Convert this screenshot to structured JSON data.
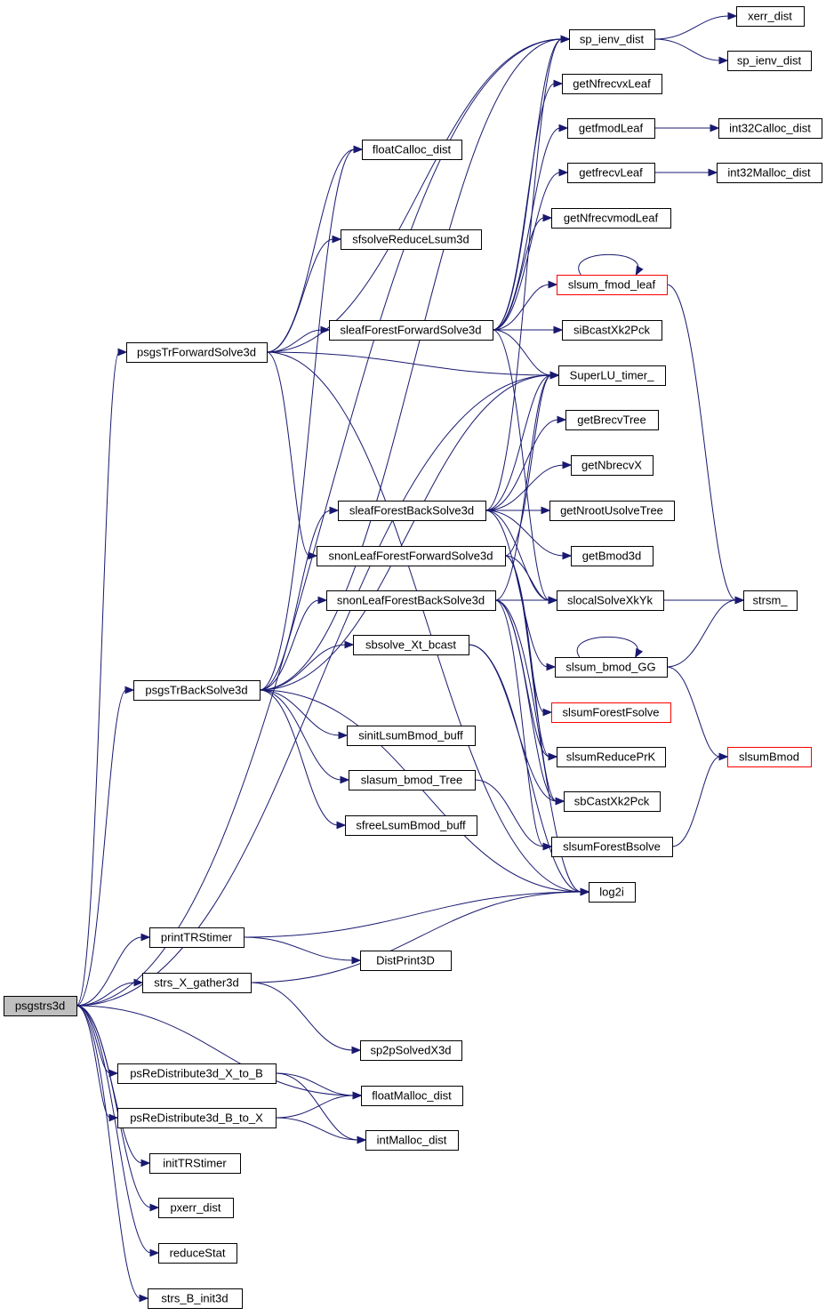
{
  "colors": {
    "edge": "#191970",
    "root_fill": "#bfbfbf",
    "node_fill": "#ffffff",
    "node_stroke": "#000000",
    "truncated_stroke": "#ff0000"
  },
  "nodes": [
    {
      "id": "psgstrs3d",
      "label": "psgstrs3d",
      "root": true
    },
    {
      "id": "xerr_dist",
      "label": "xerr_dist"
    },
    {
      "id": "sp_ienv_dist_a",
      "label": "sp_ienv_dist"
    },
    {
      "id": "sp_ienv_dist_b",
      "label": "sp_ienv_dist"
    },
    {
      "id": "getNfrecvxLeaf",
      "label": "getNfrecvxLeaf"
    },
    {
      "id": "floatCalloc_dist",
      "label": "floatCalloc_dist"
    },
    {
      "id": "getfmodLeaf",
      "label": "getfmodLeaf"
    },
    {
      "id": "int32Calloc_dist",
      "label": "int32Calloc_dist"
    },
    {
      "id": "getfrecvLeaf",
      "label": "getfrecvLeaf"
    },
    {
      "id": "int32Malloc_dist",
      "label": "int32Malloc_dist"
    },
    {
      "id": "getNfrecvmodLeaf",
      "label": "getNfrecvmodLeaf"
    },
    {
      "id": "sfsolveReduceLsum3d",
      "label": "sfsolveReduceLsum3d"
    },
    {
      "id": "slsum_fmod_leaf",
      "label": "slsum_fmod_leaf",
      "truncated": true
    },
    {
      "id": "sleafForestForwardSolve3d",
      "label": "sleafForestForwardSolve3d"
    },
    {
      "id": "siBcastXk2Pck",
      "label": "siBcastXk2Pck"
    },
    {
      "id": "psgsTrForwardSolve3d",
      "label": "psgsTrForwardSolve3d"
    },
    {
      "id": "SuperLU_timer_",
      "label": "SuperLU_timer_"
    },
    {
      "id": "getBrecvTree",
      "label": "getBrecvTree"
    },
    {
      "id": "getNbrecvX",
      "label": "getNbrecvX"
    },
    {
      "id": "sleafForestBackSolve3d",
      "label": "sleafForestBackSolve3d"
    },
    {
      "id": "getNrootUsolveTree",
      "label": "getNrootUsolveTree"
    },
    {
      "id": "snonLeafForestForwardSolve3d",
      "label": "snonLeafForestForwardSolve3d"
    },
    {
      "id": "getBmod3d",
      "label": "getBmod3d"
    },
    {
      "id": "snonLeafForestBackSolve3d",
      "label": "snonLeafForestBackSolve3d"
    },
    {
      "id": "slocalSolveXkYk",
      "label": "slocalSolveXkYk"
    },
    {
      "id": "strsm_",
      "label": "strsm_"
    },
    {
      "id": "sbsolve_Xt_bcast",
      "label": "sbsolve_Xt_bcast"
    },
    {
      "id": "slsum_bmod_GG",
      "label": "slsum_bmod_GG"
    },
    {
      "id": "psgsTrBackSolve3d",
      "label": "psgsTrBackSolve3d"
    },
    {
      "id": "slsumForestFsolve",
      "label": "slsumForestFsolve",
      "truncated": true
    },
    {
      "id": "sinitLsumBmod_buff",
      "label": "sinitLsumBmod_buff"
    },
    {
      "id": "slsumReducePrK",
      "label": "slsumReducePrK"
    },
    {
      "id": "slsumBmod",
      "label": "slsumBmod",
      "truncated": true
    },
    {
      "id": "slasum_bmod_Tree",
      "label": "slasum_bmod_Tree"
    },
    {
      "id": "sbCastXk2Pck",
      "label": "sbCastXk2Pck"
    },
    {
      "id": "sfreeLsumBmod_buff",
      "label": "sfreeLsumBmod_buff"
    },
    {
      "id": "slsumForestBsolve",
      "label": "slsumForestBsolve"
    },
    {
      "id": "log2i",
      "label": "log2i"
    },
    {
      "id": "printTRStimer",
      "label": "printTRStimer"
    },
    {
      "id": "DistPrint3D",
      "label": "DistPrint3D"
    },
    {
      "id": "strs_X_gather3d",
      "label": "strs_X_gather3d"
    },
    {
      "id": "sp2pSolvedX3d",
      "label": "sp2pSolvedX3d"
    },
    {
      "id": "psReDistribute3d_X_to_B",
      "label": "psReDistribute3d_X_to_B"
    },
    {
      "id": "floatMalloc_dist",
      "label": "floatMalloc_dist"
    },
    {
      "id": "psReDistribute3d_B_to_X",
      "label": "psReDistribute3d_B_to_X"
    },
    {
      "id": "intMalloc_dist",
      "label": "intMalloc_dist"
    },
    {
      "id": "initTRStimer",
      "label": "initTRStimer"
    },
    {
      "id": "pxerr_dist",
      "label": "pxerr_dist"
    },
    {
      "id": "reduceStat",
      "label": "reduceStat"
    },
    {
      "id": "strs_B_init3d",
      "label": "strs_B_init3d"
    }
  ],
  "edges": [
    [
      "psgstrs3d",
      "sp_ienv_dist_a"
    ],
    [
      "psgstrs3d",
      "psgsTrForwardSolve3d"
    ],
    [
      "psgstrs3d",
      "SuperLU_timer_"
    ],
    [
      "psgstrs3d",
      "psgsTrBackSolve3d"
    ],
    [
      "psgstrs3d",
      "printTRStimer"
    ],
    [
      "psgstrs3d",
      "strs_X_gather3d"
    ],
    [
      "psgstrs3d",
      "floatMalloc_dist"
    ],
    [
      "psgstrs3d",
      "psReDistribute3d_X_to_B"
    ],
    [
      "psgstrs3d",
      "psReDistribute3d_B_to_X"
    ],
    [
      "psgstrs3d",
      "initTRStimer"
    ],
    [
      "psgstrs3d",
      "pxerr_dist"
    ],
    [
      "psgstrs3d",
      "reduceStat"
    ],
    [
      "psgstrs3d",
      "strs_B_init3d"
    ],
    [
      "sp_ienv_dist_a",
      "xerr_dist"
    ],
    [
      "sp_ienv_dist_a",
      "sp_ienv_dist_b"
    ],
    [
      "getfmodLeaf",
      "int32Calloc_dist"
    ],
    [
      "getfrecvLeaf",
      "int32Malloc_dist"
    ],
    [
      "slsum_fmod_leaf",
      "slsum_fmod_leaf"
    ],
    [
      "slsum_fmod_leaf",
      "strsm_"
    ],
    [
      "psgsTrForwardSolve3d",
      "floatCalloc_dist"
    ],
    [
      "psgsTrForwardSolve3d",
      "sfsolveReduceLsum3d"
    ],
    [
      "psgsTrForwardSolve3d",
      "sleafForestForwardSolve3d"
    ],
    [
      "psgsTrForwardSolve3d",
      "SuperLU_timer_"
    ],
    [
      "psgsTrForwardSolve3d",
      "sp_ienv_dist_a"
    ],
    [
      "psgsTrForwardSolve3d",
      "snonLeafForestForwardSolve3d"
    ],
    [
      "psgsTrForwardSolve3d",
      "log2i"
    ],
    [
      "sleafForestForwardSolve3d",
      "sp_ienv_dist_a"
    ],
    [
      "sleafForestForwardSolve3d",
      "getNfrecvxLeaf"
    ],
    [
      "sleafForestForwardSolve3d",
      "getfmodLeaf"
    ],
    [
      "sleafForestForwardSolve3d",
      "getfrecvLeaf"
    ],
    [
      "sleafForestForwardSolve3d",
      "getNfrecvmodLeaf"
    ],
    [
      "sleafForestForwardSolve3d",
      "slsum_fmod_leaf"
    ],
    [
      "sleafForestForwardSolve3d",
      "siBcastXk2Pck"
    ],
    [
      "sleafForestForwardSolve3d",
      "SuperLU_timer_"
    ],
    [
      "sleafForestForwardSolve3d",
      "slocalSolveXkYk"
    ],
    [
      "psgsTrBackSolve3d",
      "floatCalloc_dist"
    ],
    [
      "psgsTrBackSolve3d",
      "sleafForestBackSolve3d"
    ],
    [
      "psgsTrBackSolve3d",
      "snonLeafForestBackSolve3d"
    ],
    [
      "psgsTrBackSolve3d",
      "sbsolve_Xt_bcast"
    ],
    [
      "psgsTrBackSolve3d",
      "sinitLsumBmod_buff"
    ],
    [
      "psgsTrBackSolve3d",
      "slasum_bmod_Tree"
    ],
    [
      "psgsTrBackSolve3d",
      "sfreeLsumBmod_buff"
    ],
    [
      "psgsTrBackSolve3d",
      "log2i"
    ],
    [
      "psgsTrBackSolve3d",
      "SuperLU_timer_"
    ],
    [
      "psgsTrBackSolve3d",
      "sp_ienv_dist_a"
    ],
    [
      "sleafForestBackSolve3d",
      "sp_ienv_dist_a"
    ],
    [
      "sleafForestBackSolve3d",
      "SuperLU_timer_"
    ],
    [
      "sleafForestBackSolve3d",
      "getBrecvTree"
    ],
    [
      "sleafForestBackSolve3d",
      "getNbrecvX"
    ],
    [
      "sleafForestBackSolve3d",
      "getNrootUsolveTree"
    ],
    [
      "sleafForestBackSolve3d",
      "getBmod3d"
    ],
    [
      "sleafForestBackSolve3d",
      "slocalSolveXkYk"
    ],
    [
      "sleafForestBackSolve3d",
      "slsum_bmod_GG"
    ],
    [
      "snonLeafForestForwardSolve3d",
      "slocalSolveXkYk"
    ],
    [
      "snonLeafForestForwardSolve3d",
      "slsumForestFsolve"
    ],
    [
      "snonLeafForestForwardSolve3d",
      "slsumReducePrK"
    ],
    [
      "snonLeafForestForwardSolve3d",
      "sbCastXk2Pck"
    ],
    [
      "snonLeafForestForwardSolve3d",
      "SuperLU_timer_"
    ],
    [
      "snonLeafForestBackSolve3d",
      "slocalSolveXkYk"
    ],
    [
      "snonLeafForestBackSolve3d",
      "slsumReducePrK"
    ],
    [
      "snonLeafForestBackSolve3d",
      "sbCastXk2Pck"
    ],
    [
      "snonLeafForestBackSolve3d",
      "slsumForestBsolve"
    ],
    [
      "snonLeafForestBackSolve3d",
      "log2i"
    ],
    [
      "snonLeafForestBackSolve3d",
      "SuperLU_timer_"
    ],
    [
      "sbsolve_Xt_bcast",
      "sbCastXk2Pck"
    ],
    [
      "sbsolve_Xt_bcast",
      "log2i"
    ],
    [
      "slocalSolveXkYk",
      "strsm_"
    ],
    [
      "slsum_bmod_GG",
      "slsum_bmod_GG"
    ],
    [
      "slsum_bmod_GG",
      "strsm_"
    ],
    [
      "slsum_bmod_GG",
      "slsumBmod"
    ],
    [
      "slasum_bmod_Tree",
      "slsumForestBsolve"
    ],
    [
      "slsumForestBsolve",
      "slsumBmod"
    ],
    [
      "printTRStimer",
      "log2i"
    ],
    [
      "printTRStimer",
      "DistPrint3D"
    ],
    [
      "strs_X_gather3d",
      "log2i"
    ],
    [
      "strs_X_gather3d",
      "sp2pSolvedX3d"
    ],
    [
      "psReDistribute3d_X_to_B",
      "floatMalloc_dist"
    ],
    [
      "psReDistribute3d_X_to_B",
      "intMalloc_dist"
    ],
    [
      "psReDistribute3d_B_to_X",
      "floatMalloc_dist"
    ],
    [
      "psReDistribute3d_B_to_X",
      "intMalloc_dist"
    ]
  ]
}
